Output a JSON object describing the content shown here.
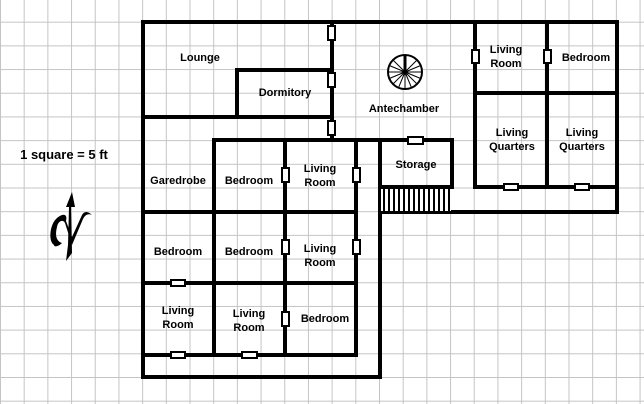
{
  "scale_note": "1 square = 5 ft",
  "compass": {
    "label": "N"
  },
  "rooms": {
    "lounge": "Lounge",
    "dormitory": "Dormitory",
    "antechamber": "Antechamber",
    "ne_living_room": "Living\nRoom",
    "ne_bedroom": "Bedroom",
    "living_quarters_1": "Living\nQuarters",
    "living_quarters_2": "Living\nQuarters",
    "storage": "Storage",
    "garedrobe": "Garedrobe",
    "bedroom_r1c2": "Bedroom",
    "living_room_r1c3": "Living\nRoom",
    "bedroom_r2c1": "Bedroom",
    "bedroom_r2c2": "Bedroom",
    "living_room_r2c3": "Living\nRoom",
    "living_room_r3c1": "Living\nRoom",
    "living_room_r3c2": "Living\nRoom",
    "bedroom_r3c3": "Bedroom"
  }
}
